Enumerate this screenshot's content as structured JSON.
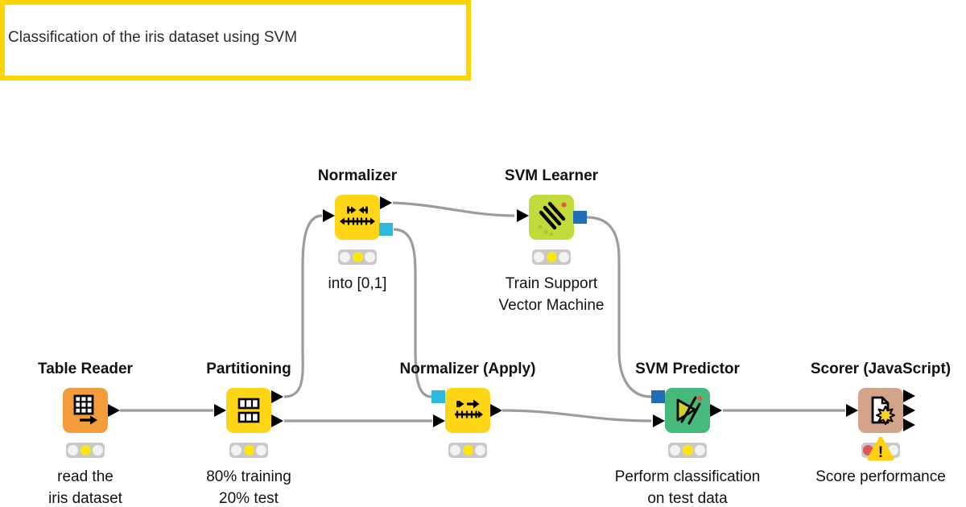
{
  "annotation": {
    "text": "Classification of the iris dataset using SVM",
    "border_color": "#FFD500"
  },
  "nodes": [
    {
      "id": "table-reader",
      "title": "Table Reader",
      "description": "read the\niris dataset",
      "color": "#F49B3B",
      "status": "configured"
    },
    {
      "id": "partitioning",
      "title": "Partitioning",
      "description": "80% training\n20% test",
      "color": "#FFD616",
      "status": "configured"
    },
    {
      "id": "normalizer",
      "title": "Normalizer",
      "description": "into [0,1]",
      "color": "#FFD616",
      "status": "configured"
    },
    {
      "id": "svm-learner",
      "title": "SVM Learner",
      "description": "Train Support\nVector Machine",
      "color": "#C3DA3B",
      "status": "configured"
    },
    {
      "id": "normalizer-apply",
      "title": "Normalizer (Apply)",
      "description": "",
      "color": "#FFD616",
      "status": "configured"
    },
    {
      "id": "svm-predictor",
      "title": "SVM Predictor",
      "description": "Perform classification\non test data",
      "color": "#46BA7C",
      "status": "configured"
    },
    {
      "id": "scorer",
      "title": "Scorer (JavaScript)",
      "description": "Score performance",
      "color": "#D3A489",
      "status": "error",
      "warning_glyph": "!"
    }
  ],
  "connections": [
    {
      "from": "Table Reader",
      "from_port": "data",
      "to": "Partitioning",
      "to_port": "data"
    },
    {
      "from": "Partitioning",
      "from_port": "top",
      "to": "Normalizer",
      "to_port": "data"
    },
    {
      "from": "Partitioning",
      "from_port": "bottom",
      "to": "Normalizer (Apply)",
      "to_port": "data"
    },
    {
      "from": "Normalizer",
      "from_port": "data",
      "to": "SVM Learner",
      "to_port": "data"
    },
    {
      "from": "Normalizer",
      "from_port": "model",
      "to": "Normalizer (Apply)",
      "to_port": "model"
    },
    {
      "from": "SVM Learner",
      "from_port": "model",
      "to": "SVM Predictor",
      "to_port": "model"
    },
    {
      "from": "Normalizer (Apply)",
      "from_port": "data",
      "to": "SVM Predictor",
      "to_port": "data"
    },
    {
      "from": "SVM Predictor",
      "from_port": "data",
      "to": "Scorer (JavaScript)",
      "to_port": "data"
    }
  ],
  "colors": {
    "wire": "#9C9C9C",
    "data_port": "#000000",
    "normalizer_model_port": "#2DB9DC",
    "svm_model_port": "#1F6EB8",
    "traffic_base": "#C8C8C8",
    "traffic_off": "#F2F2F2",
    "traffic_configured": "#FFE512",
    "traffic_error": "#E25555",
    "warning": "#FFD20A"
  }
}
